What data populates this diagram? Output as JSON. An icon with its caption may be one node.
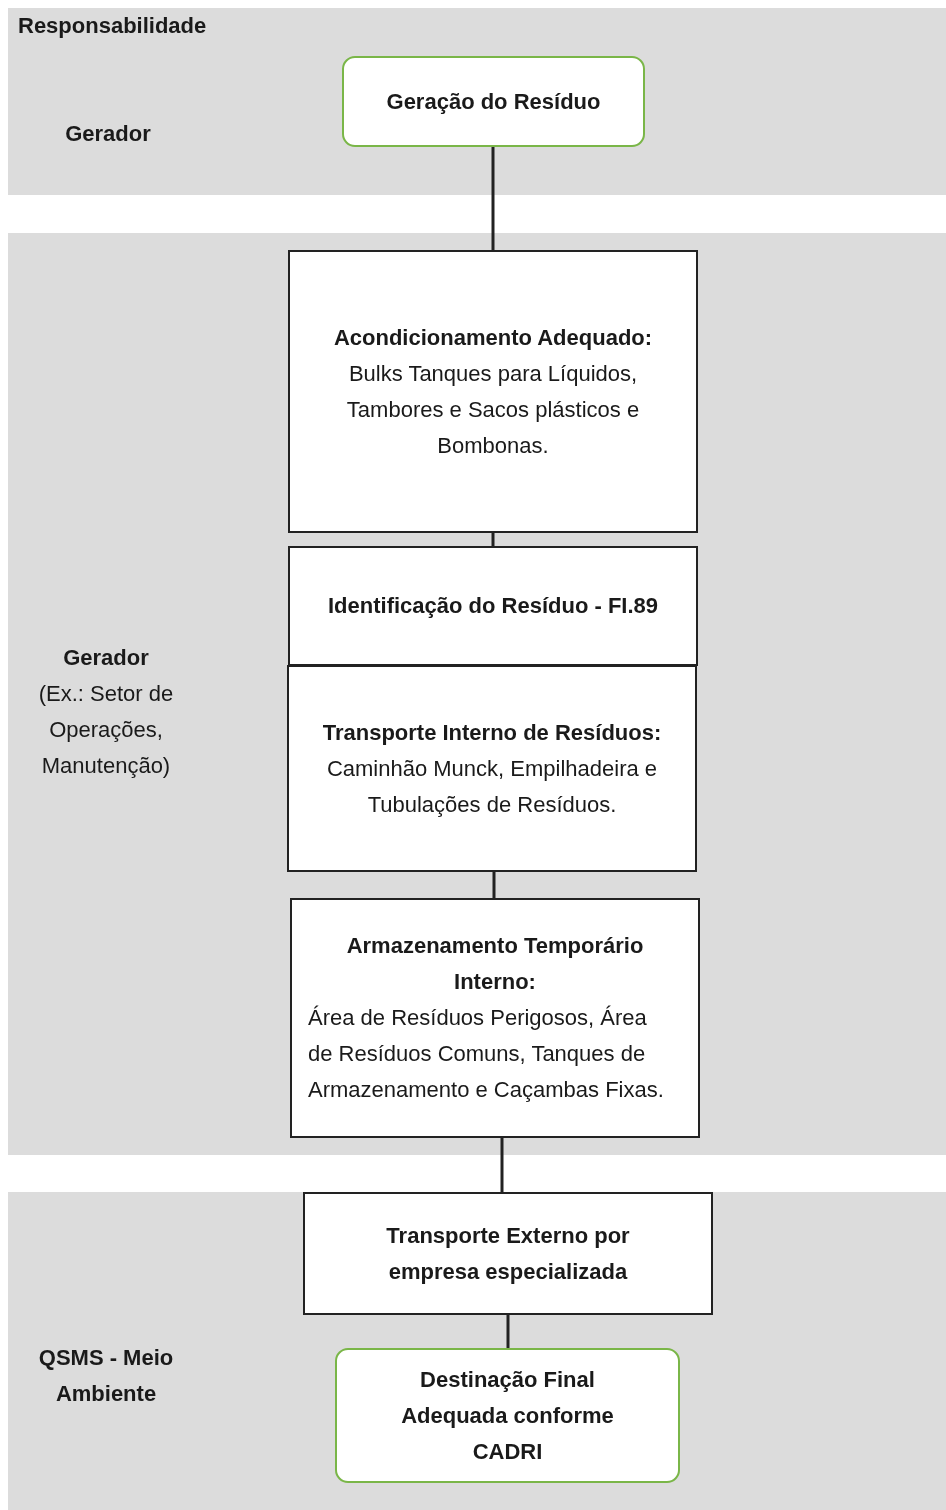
{
  "diagram": {
    "nodes": [
      {
        "text": [
          "Gerador"
        ]
      },
      {
        "text": [
          "Gerador",
          "(Ex.: Setor de Operações, Manutenção)"
        ]
      },
      {
        "text": [
          "QSMS - Meio Ambiente"
        ]
      },
      {
        "text": [
          "Geração do Resíduo"
        ],
        "in": 0
      },
      {
        "text": [
          "Acondicionamento Adequado:",
          "Bulks Tanques para Líquidos, Tambores e Sacos plásticos e Bombonas."
        ],
        "in": 1
      },
      {
        "text": [
          "Identificação do Resíduo - FI.89"
        ],
        "in": 1
      },
      {
        "text": [
          "Transporte Interno de Resíduos:",
          "Caminhão Munck, Empilhadeira e Tubulações de Resíduos."
        ],
        "in": 1
      },
      {
        "text": [
          "Armazenamento Temporário Interno:",
          "Área de Resíduos Perigosos, Área de Resíduos Comuns, Tanques de Armazenamento e Caçambas Fixas."
        ],
        "in": 1
      },
      {
        "text": [
          "Transporte Externo por empresa especializada"
        ],
        "in": 2
      },
      {
        "text": [
          "Destinação Final Adequada conforme CADRI"
        ],
        "in": 2
      }
    ],
    "edges": [
      {
        "from": 3,
        "to": 4,
        "arrow": "none"
      },
      {
        "from": 4,
        "to": 5,
        "arrow": "none"
      },
      {
        "from": 6,
        "to": 7,
        "arrow": "none"
      },
      {
        "from": 7,
        "to": 8,
        "arrow": "none"
      },
      {
        "from": 8,
        "to": 9,
        "arrow": "none"
      }
    ],
    "labels": [
      "Responsabilidade"
    ]
  }
}
